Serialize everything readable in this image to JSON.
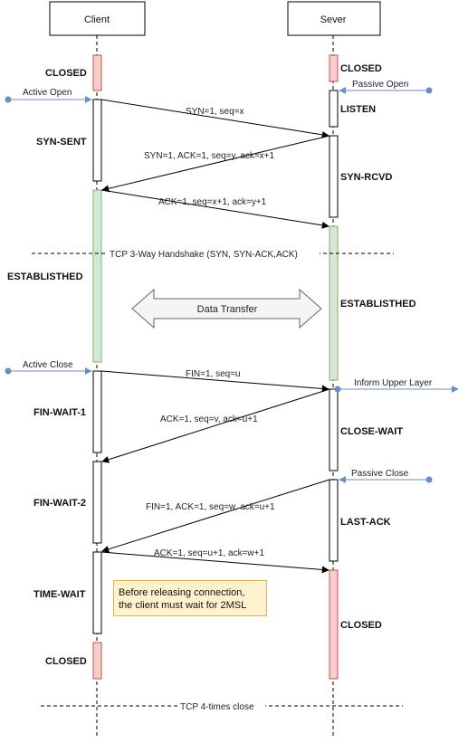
{
  "participants": {
    "client": "Client",
    "server": "Sever"
  },
  "client_states": {
    "closed_top": "CLOSED",
    "syn_sent": "SYN-SENT",
    "established": "ESTABLISTHED",
    "fin_wait_1": "FIN-WAIT-1",
    "fin_wait_2": "FIN-WAIT-2",
    "time_wait": "TIME-WAIT",
    "closed_bottom": "CLOSED"
  },
  "server_states": {
    "closed_top": "CLOSED",
    "listen": "LISTEN",
    "syn_rcvd": "SYN-RCVD",
    "established": "ESTABLISTHED",
    "close_wait": "CLOSE-WAIT",
    "last_ack": "LAST-ACK",
    "closed_bottom": "CLOSED"
  },
  "events": {
    "active_open": "Active Open",
    "passive_open": "Passive Open",
    "active_close": "Active Close",
    "inform_upper_layer": "Inform Upper Layer",
    "passive_close": "Passive Close"
  },
  "messages": {
    "syn": "SYN=1, seq=x",
    "syn_ack": "SYN=1, ACK=1, seq=y, ack=x+1",
    "ack_handshake": "ACK=1, seq=x+1, ack=y+1",
    "fin_client": "FIN=1, seq=u",
    "ack_fin": "ACK=1, seq=v, ack=u+1",
    "fin_server": "FIN=1, ACK=1, seq=w, ack=u+1",
    "ack_final": "ACK=1, seq=u+1, ack=w+1"
  },
  "sections": {
    "handshake": "TCP 3-Way Handshake (SYN, SYN-ACK,ACK)",
    "data_transfer": "Data Transfer",
    "close": "TCP 4-times close"
  },
  "note": {
    "line1": "Before releasing connection,",
    "line2": "the client must wait for 2MSL"
  },
  "colors": {
    "closed_fill": "#f8cecc",
    "closed_stroke": "#b85450",
    "established_fill": "#d5e8d4",
    "established_stroke": "#82b366",
    "event_arrow": "#6c8ebf",
    "note_fill": "#fff2cc",
    "note_stroke": "#d6b656"
  }
}
